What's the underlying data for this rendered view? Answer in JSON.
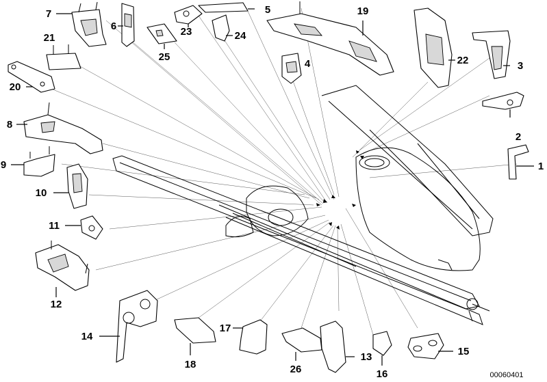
{
  "diagram": {
    "callouts": [
      "1",
      "2",
      "3",
      "4",
      "5",
      "6",
      "7",
      "8",
      "9",
      "10",
      "11",
      "12",
      "13",
      "14",
      "15",
      "16",
      "17",
      "18",
      "19",
      "20",
      "21",
      "22",
      "23",
      "24",
      "25",
      "26"
    ],
    "reference_number": "00060401"
  }
}
